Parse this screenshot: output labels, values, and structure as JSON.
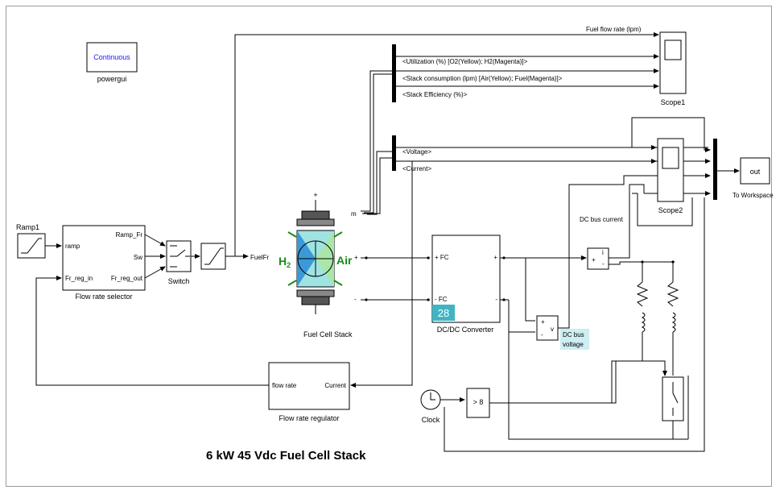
{
  "powergui": {
    "block_label": "Continuous",
    "name": "powergui"
  },
  "ramp": {
    "name": "Ramp1"
  },
  "selector": {
    "name": "Flow rate selector",
    "in_ramp": "ramp",
    "in_fr_reg": "Fr_reg_in",
    "out_ramp": "Ramp_Fr",
    "out_sw": "Sw",
    "out_fr_reg": "Fr_reg_out"
  },
  "switch": {
    "name": "Switch"
  },
  "fuel_cell": {
    "name": "Fuel Cell Stack",
    "input": "FuelFr",
    "h2": "H",
    "h2_sub": "2",
    "air": "Air",
    "plus": "+",
    "minus": "-",
    "m_port": "m"
  },
  "bus_signals_top": [
    "<Utilization (%) [O2(Yellow); H2(Magenta)]>",
    "<Stack consumption (lpm) [Air(Yellow); Fuel(Magenta)]>",
    "<Stack Efficiency (%)>"
  ],
  "bus_signals_mid": [
    "<Voltage>",
    "<Current>"
  ],
  "fuel_flow_label": "Fuel flow rate (lpm)",
  "scope1": {
    "name": "Scope1"
  },
  "scope2": {
    "name": "Scope2"
  },
  "workspace": {
    "label": "out",
    "name": "To Workspace"
  },
  "converter": {
    "name": "DC/DC Converter",
    "p_in": "+ FC",
    "n_in": "- FC",
    "p_out": "+",
    "n_out": "-"
  },
  "badge": {
    "value": "28"
  },
  "current_meter": {
    "name": "DC bus current",
    "sym": "i",
    "plus": "+",
    "minus": "-"
  },
  "voltage_meter": {
    "name_line1": "DC bus",
    "name_line2": "voltage",
    "sym": "v",
    "plus": "+",
    "minus": "-"
  },
  "regulator": {
    "name": "Flow rate regulator",
    "in": "flow rate",
    "out": "Current"
  },
  "clock": {
    "name": "Clock"
  },
  "compare": {
    "label": "> 8"
  },
  "diagram_title": "6 kW 45 Vdc Fuel Cell Stack"
}
